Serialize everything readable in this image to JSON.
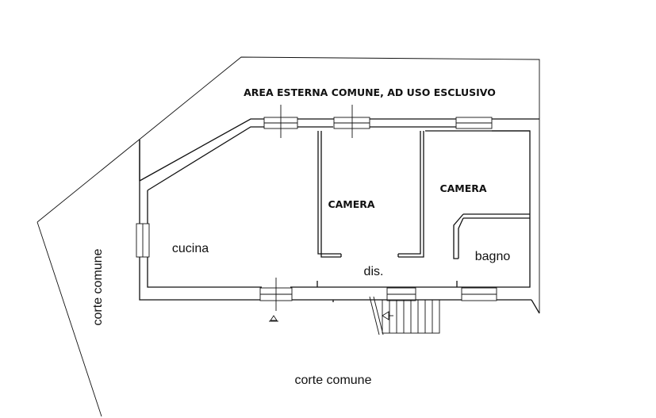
{
  "labels": {
    "exterior_area": "AREA ESTERNA COMUNE, AD USO ESCLUSIVO",
    "bedroom_left": "CAMERA",
    "bedroom_right": "CAMERA",
    "kitchen": "cucina",
    "hallway": "dis.",
    "bathroom": "bagno",
    "courtyard_left": "corte comune",
    "courtyard_bottom": "corte comune"
  }
}
